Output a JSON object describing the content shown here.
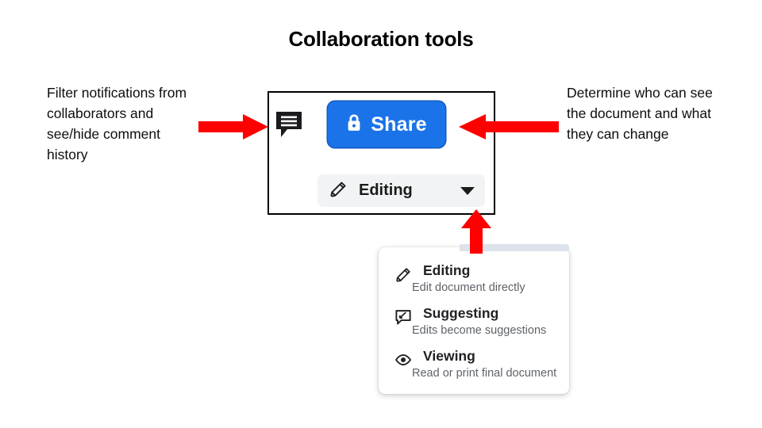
{
  "slide": {
    "title": "Collaboration tools",
    "accent_color": "#ff0000",
    "share_button_color": "#1a73e8"
  },
  "captions": {
    "left": "Filter notifications from collaborators and see/hide comment history",
    "right": "Determine who can see the document and what they can change"
  },
  "toolbar": {
    "comment_icon": "comment-icon",
    "share": {
      "label": "Share",
      "icon": "lock-icon"
    },
    "mode_pill": {
      "label": "Editing",
      "icon": "pencil-icon",
      "caret": "chevron-down-icon"
    }
  },
  "mode_menu": {
    "items": [
      {
        "icon": "pencil-icon",
        "title": "Editing",
        "description": "Edit document directly"
      },
      {
        "icon": "suggesting-icon",
        "title": "Suggesting",
        "description": "Edits become suggestions"
      },
      {
        "icon": "eye-icon",
        "title": "Viewing",
        "description": "Read or print final document"
      }
    ]
  },
  "arrows": {
    "left": "arrow-pointing-right",
    "right": "arrow-pointing-left",
    "up": "arrow-pointing-up"
  }
}
